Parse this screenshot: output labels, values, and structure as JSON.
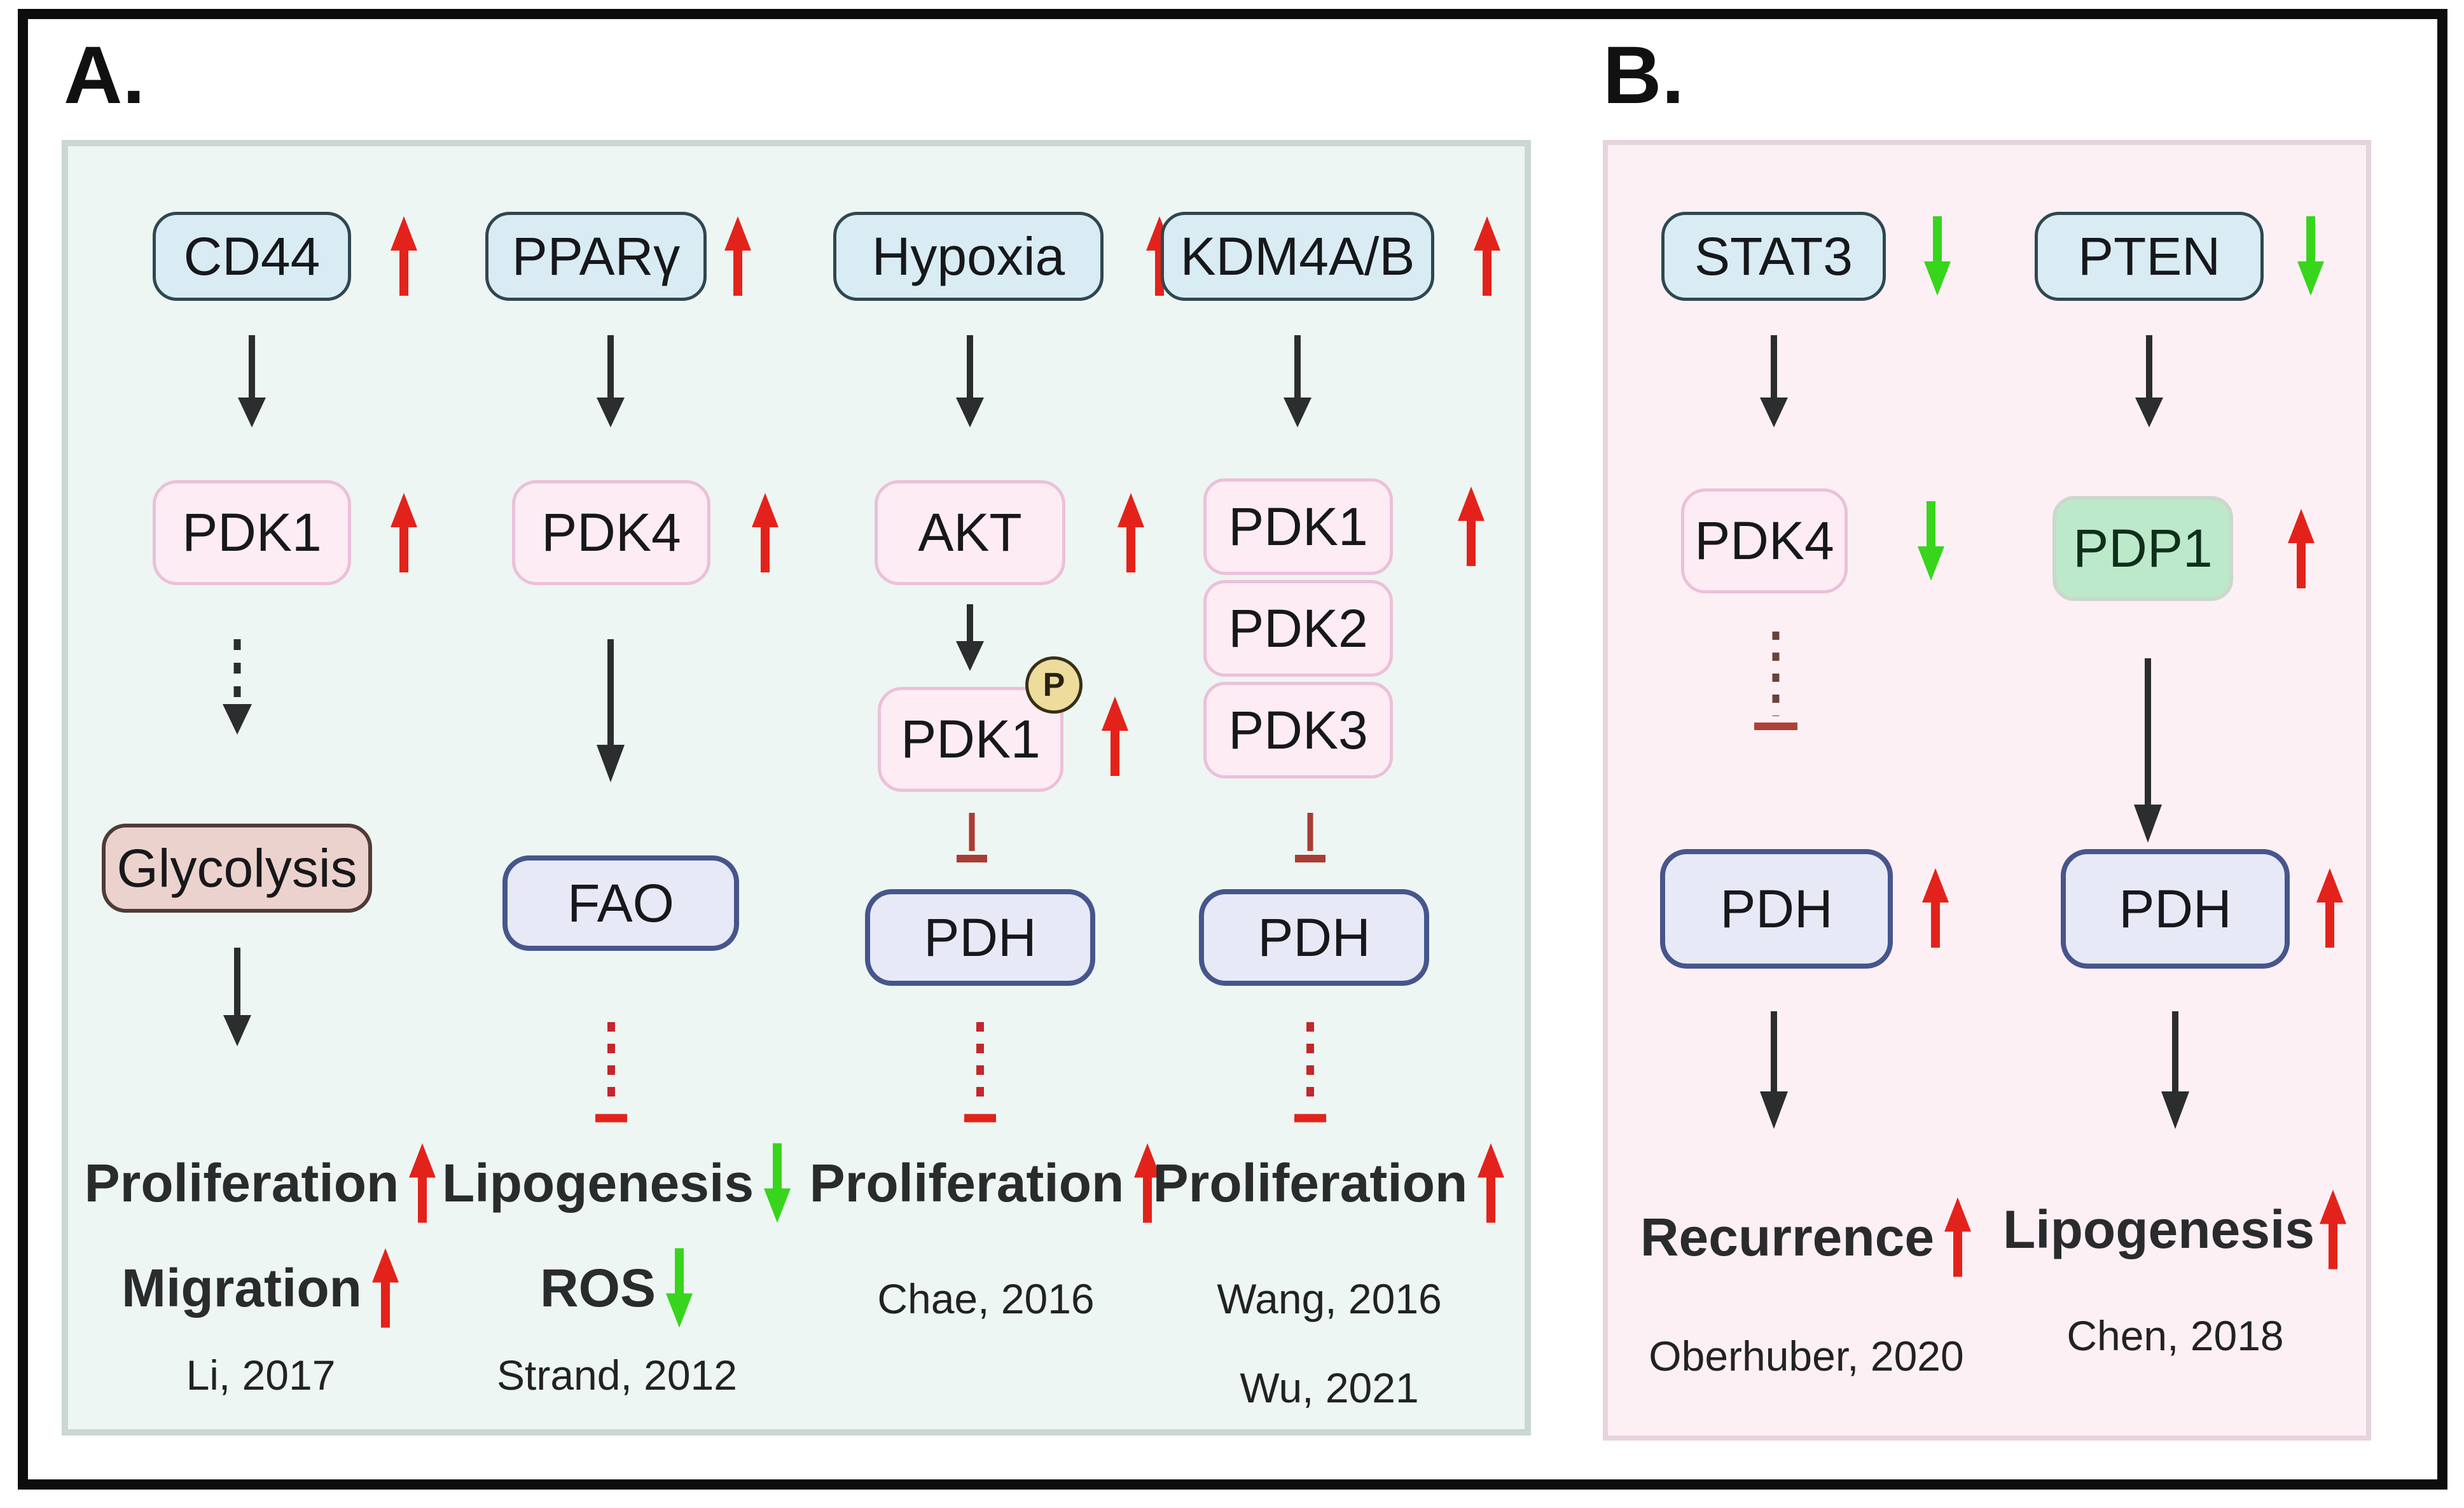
{
  "colors": {
    "ink": "#2b2d2e",
    "red_arrow": "#e3231b",
    "green_arrow": "#38d51d",
    "inhibition_solid": "#a93c34",
    "inhibition_dash": "#c4262b",
    "inhibition_maroon": "#6e413b",
    "blue_box_fill": "#d9ecf3",
    "pink_box_fill": "#fdecf4",
    "mauve_box_fill": "#ecd2cd",
    "lavender_box_fill": "#e7e9f6",
    "green_box_fill": "#bce9c9",
    "phospho_badge_fill": "#eedc9d",
    "panel_a_bg": "#edf6f3",
    "panel_b_bg": "#fdf0f5"
  },
  "a": {
    "label": "A.",
    "col1": {
      "top": "CD44",
      "kinase": "PDK1",
      "process": "Glycolysis",
      "out1": "Proliferation",
      "out2": "Migration",
      "cite": "Li, 2017"
    },
    "col2": {
      "top": "PPARγ",
      "kinase": "PDK4",
      "process": "FAO",
      "out1": "Lipogenesis",
      "out2": "ROS",
      "cite": "Strand, 2012"
    },
    "col3": {
      "top": "Hypoxia",
      "kinase": "AKT",
      "kinase2": "PDK1",
      "badge": "P",
      "process": "PDH",
      "out1": "Proliferation",
      "cite": "Chae, 2016"
    },
    "col4": {
      "top": "KDM4A/B",
      "stack": [
        "PDK1",
        "PDK2",
        "PDK3"
      ],
      "process": "PDH",
      "out1": "Proliferation",
      "cite1": "Wang, 2016",
      "cite2": "Wu, 2021"
    }
  },
  "b": {
    "label": "B.",
    "col1": {
      "top": "STAT3",
      "kinase": "PDK4",
      "process": "PDH",
      "out1": "Recurrence",
      "cite": "Oberhuber, 2020"
    },
    "col2": {
      "top": "PTEN",
      "phosphatase": "PDP1",
      "process": "PDH",
      "out1": "Lipogenesis",
      "cite": "Chen, 2018"
    }
  }
}
